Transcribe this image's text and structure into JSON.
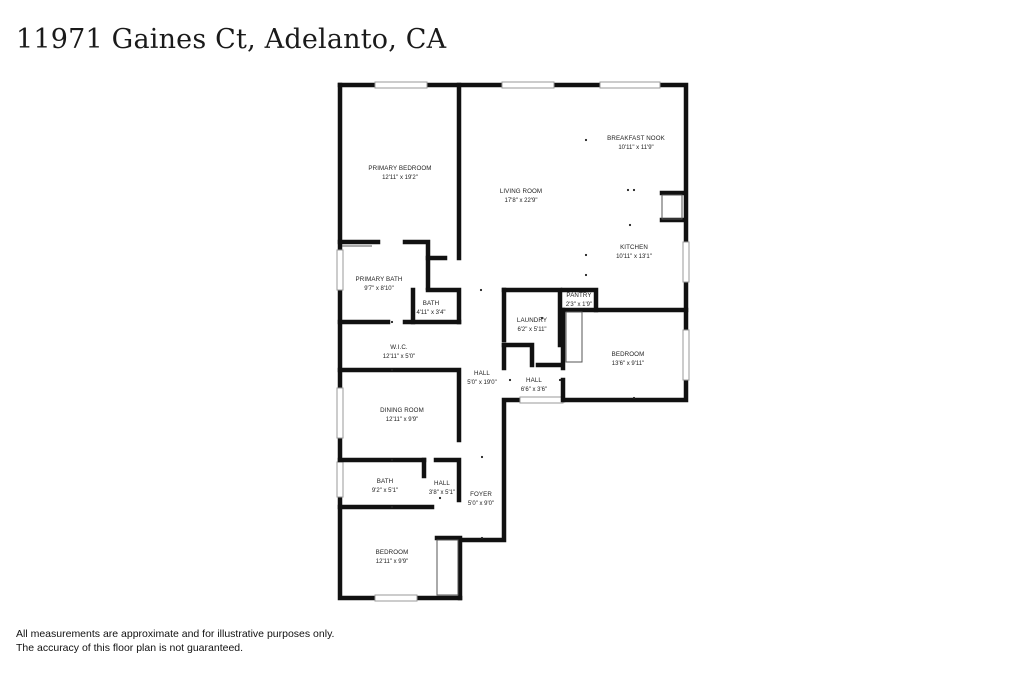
{
  "title": "11971 Gaines Ct, Adelanto, CA",
  "rooms": [
    {
      "id": "primary-bedroom",
      "name": "PRIMARY BEDROOM",
      "dims": "12'11\" x 19'2\""
    },
    {
      "id": "living-room",
      "name": "LIVING ROOM",
      "dims": "17'8\" x 22'9\""
    },
    {
      "id": "breakfast-nook",
      "name": "BREAKFAST NOOK",
      "dims": "10'11\" x 11'9\""
    },
    {
      "id": "kitchen",
      "name": "KITCHEN",
      "dims": "10'11\" x 13'1\""
    },
    {
      "id": "primary-bath",
      "name": "PRIMARY BATH",
      "dims": "9'7\" x 8'10\""
    },
    {
      "id": "bath-small",
      "name": "BATH",
      "dims": "4'11\" x 3'4\""
    },
    {
      "id": "pantry",
      "name": "PANTRY",
      "dims": "2'3\" x 1'9\""
    },
    {
      "id": "laundry",
      "name": "LAUNDRY",
      "dims": "6'2\" x 5'11\""
    },
    {
      "id": "wic",
      "name": "W.I.C.",
      "dims": "12'11\" x 5'0\""
    },
    {
      "id": "bedroom-east",
      "name": "BEDROOM",
      "dims": "13'6\" x 9'11\""
    },
    {
      "id": "hall-main",
      "name": "HALL",
      "dims": "5'0\" x 19'0\""
    },
    {
      "id": "hall-east",
      "name": "HALL",
      "dims": "6'6\" x 3'6\""
    },
    {
      "id": "dining-room",
      "name": "DINING ROOM",
      "dims": "12'11\" x 9'9\""
    },
    {
      "id": "bath-lower",
      "name": "BATH",
      "dims": "9'2\" x 5'1\""
    },
    {
      "id": "hall-lower",
      "name": "HALL",
      "dims": "3'8\" x 5'1\""
    },
    {
      "id": "foyer",
      "name": "FOYER",
      "dims": "5'0\" x 9'0\""
    },
    {
      "id": "bedroom-south",
      "name": "BEDROOM",
      "dims": "12'11\" x 9'9\""
    }
  ],
  "disclaimer": {
    "line1": "All measurements are approximate and for illustrative purposes only.",
    "line2": "The accuracy of this floor plan is not guaranteed."
  }
}
